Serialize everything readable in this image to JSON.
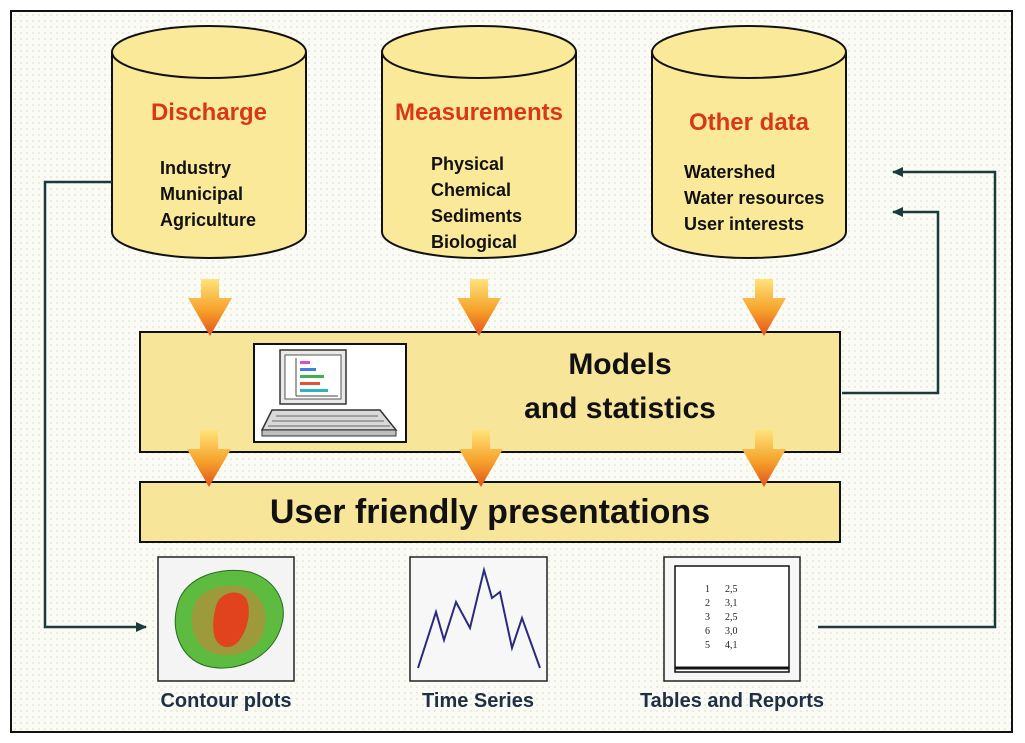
{
  "sources": [
    {
      "title": "Discharge",
      "items": [
        "Industry",
        "Municipal",
        "Agriculture"
      ]
    },
    {
      "title": "Measurements",
      "items": [
        "Physical",
        "Chemical",
        "Sediments",
        "Biological"
      ]
    },
    {
      "title": "Other data",
      "items": [
        "Watershed",
        "Water resources",
        "User interests"
      ]
    }
  ],
  "models_box": {
    "line1": "Models",
    "line2": "and statistics"
  },
  "presentation_box": {
    "label": "User friendly presentations"
  },
  "outputs": [
    {
      "caption": "Contour plots"
    },
    {
      "caption": "Time Series"
    },
    {
      "caption": "Tables and Reports"
    }
  ],
  "report_table": [
    [
      "1",
      "2,5"
    ],
    [
      "2",
      "3,1"
    ],
    [
      "3",
      "2,5"
    ],
    [
      "6",
      "3,0"
    ],
    [
      "5",
      "4,1"
    ]
  ],
  "colors": {
    "cylinder_fill": "#fbe99a",
    "box_fill": "#f7e59a",
    "title_red": "#d8381a",
    "arrow_top": "#ffe37a",
    "arrow_bottom": "#e2531c",
    "line_dark": "#1b3b3b",
    "plot_line": "#2a2a7a",
    "contour_outer": "#5dbb3f",
    "contour_mid": "#9c9a3a",
    "contour_inner": "#e0431e"
  }
}
